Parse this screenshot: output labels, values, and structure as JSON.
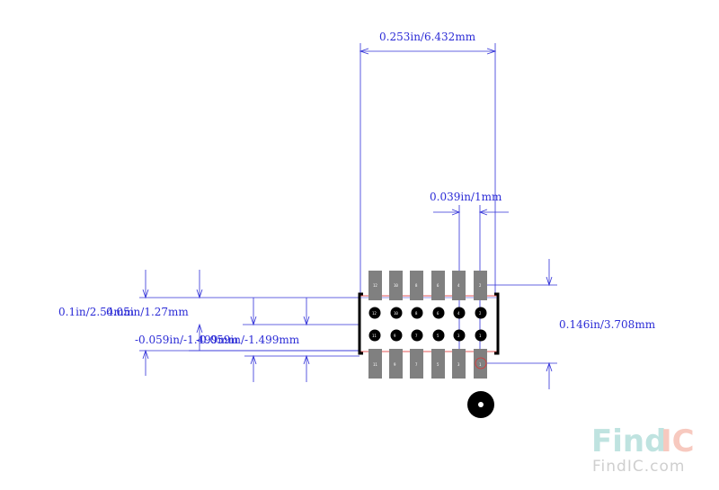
{
  "dimensions": {
    "top_width": "0.253in/6.432mm",
    "pitch_x": "0.039in/1mm",
    "height_right": "0.146in/3.708mm",
    "left_a": "0.1in/2.54mm",
    "left_b": "0.05in/1.27mm",
    "left_c": "-0.059in/-1.499mm",
    "left_d": "-0.059in/-1.499mm"
  },
  "pads": {
    "top_labels": [
      "12",
      "10",
      "8",
      "6",
      "4",
      "2"
    ],
    "bottom_labels": [
      "11",
      "9",
      "7",
      "5",
      "3",
      "1"
    ],
    "top_row_labels": [
      "12",
      "10",
      "8",
      "6",
      "4",
      "2"
    ],
    "bottom_row_labels": [
      "11",
      "9",
      "7",
      "5",
      "3",
      "1"
    ]
  },
  "watermark": {
    "brand_a": "Find",
    "brand_b": "IC",
    "site": "FindIC.com"
  },
  "colors": {
    "dimension": "#2b2bd6",
    "pad": "#808080",
    "body_outline": "#000000",
    "keepout": "#e03030",
    "watermark_a": "#bfe3e0",
    "watermark_b": "#f7c9bf"
  }
}
